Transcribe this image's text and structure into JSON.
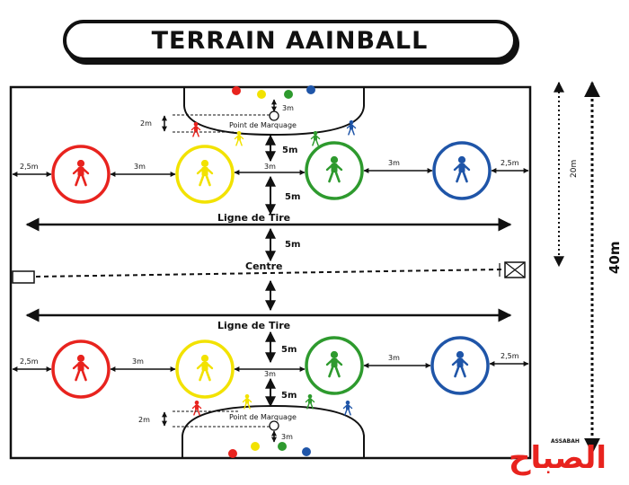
{
  "title": "TERRAIN AAINBALL",
  "labels": {
    "ligne_de_tire": "Ligne de Tire",
    "centre": "Centre",
    "point_de_marquage": "Point de Marquage",
    "dist_3m": "3m",
    "dist_2m": "2m",
    "dist_2_5m": "2,5m",
    "dist_5m": "5m",
    "dist_20m": "20m",
    "dist_40m": "40m"
  },
  "colors": {
    "red": "#e8231e",
    "yellow": "#f2e200",
    "green": "#2e9a2e",
    "blue": "#1f55a8",
    "line": "#111111"
  },
  "teams": [
    "red",
    "yellow",
    "green",
    "blue"
  ],
  "logo": {
    "arabic": "الصباح",
    "latin": "ASSABAH"
  }
}
